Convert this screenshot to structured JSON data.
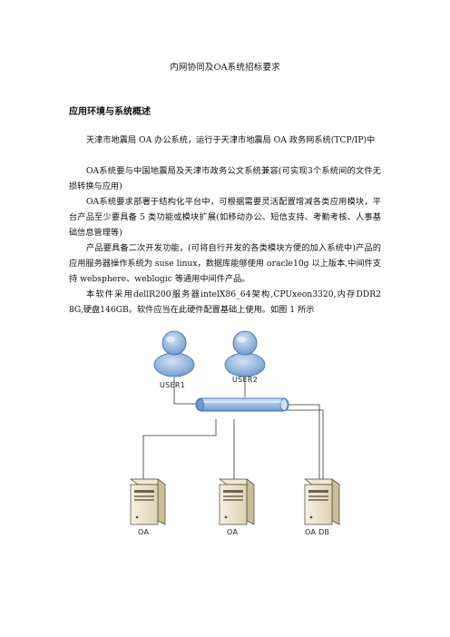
{
  "document": {
    "title": "内网协同及OA系统招标要求",
    "section_heading": "应用环境与系统概述",
    "paragraphs": [
      "天津市地震局 OA 办公系统，运行于天津市地震局 OA 政务网系统(TCP/IP)中",
      "OA系统要与中国地震局及天津市政务公文系统兼容(可实现3个系统间的文件无损转换与应用)",
      "OA系统要求部署于结构化平台中，可根据需要灵活配置增减各类应用模块，平台产品至少要具备 5 类功能或模块扩展(如移动办公、短信支持、考勤考核、人事基础信息管理等)",
      "产品要具备二次开发功能，(可将自行开发的各类模块方便的加入系统中)产品的应用服务器操作系统为 suse linux，数据库能够使用 oracle10g 以上版本,中间件支持 websphere、weblogic 等通用中间件产品。",
      "本软件采用dellR200服务器intelX86_64架构,CPUxeon3320,内存DDR2 8G,硬盘146GB。软件应当在此硬件配置基础上使用。如图 1 所示"
    ]
  },
  "diagram": {
    "users": [
      "USER1",
      "USER2"
    ],
    "servers": [
      "OA",
      "OA",
      "OA  DB"
    ],
    "colors": {
      "user_fill": "#8fb3de",
      "user_stroke": "#3d6aa8",
      "bus_fill": "#9cc0e8",
      "bus_stroke": "#3f70b0",
      "server_fill": "#ede5cf",
      "server_side": "#c9bd9a",
      "server_stroke": "#4a4335"
    }
  }
}
